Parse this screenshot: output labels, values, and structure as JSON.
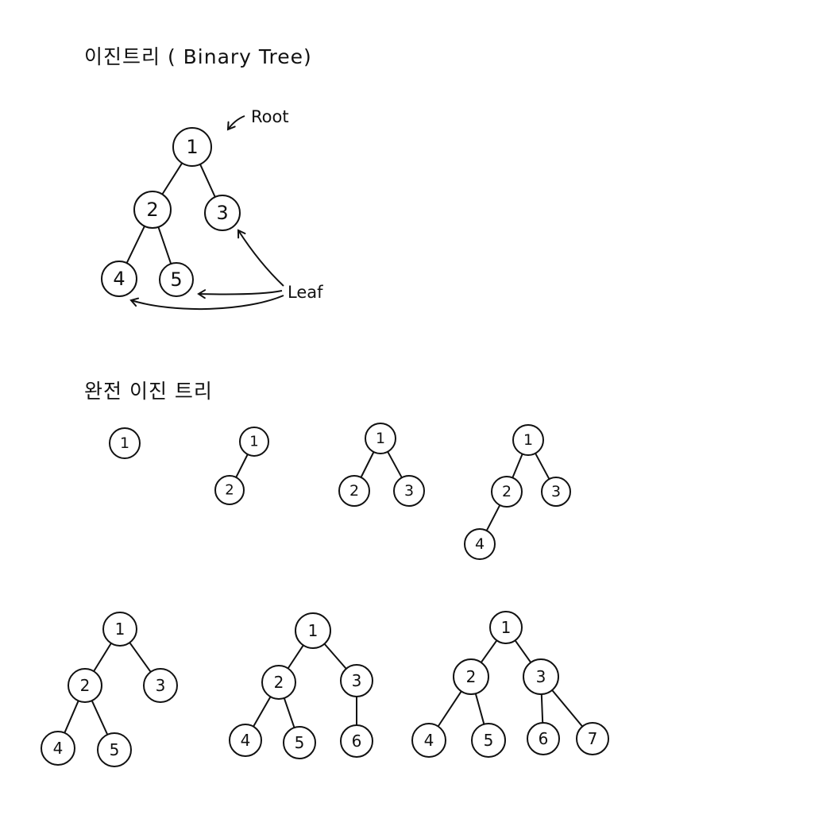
{
  "headings": {
    "binary_tree": "이진트리 ( Binary Tree)",
    "complete_binary_tree": "완전 이진 트리"
  },
  "annotations": {
    "root": "Root",
    "leaf": "Leaf"
  },
  "colors": {
    "ink": "#111111",
    "background": "#ffffff"
  },
  "binary_tree": {
    "nodes": [
      "1",
      "2",
      "3",
      "4",
      "5"
    ],
    "root": "1",
    "leaves": [
      "3",
      "4",
      "5"
    ]
  },
  "complete_binary_trees": [
    {
      "nodes": [
        "1"
      ]
    },
    {
      "nodes": [
        "1",
        "2"
      ]
    },
    {
      "nodes": [
        "1",
        "2",
        "3"
      ]
    },
    {
      "nodes": [
        "1",
        "2",
        "3",
        "4"
      ]
    },
    {
      "nodes": [
        "1",
        "2",
        "3",
        "4",
        "5"
      ]
    },
    {
      "nodes": [
        "1",
        "2",
        "3",
        "4",
        "5",
        "6"
      ]
    },
    {
      "nodes": [
        "1",
        "2",
        "3",
        "4",
        "5",
        "6",
        "7"
      ]
    }
  ]
}
